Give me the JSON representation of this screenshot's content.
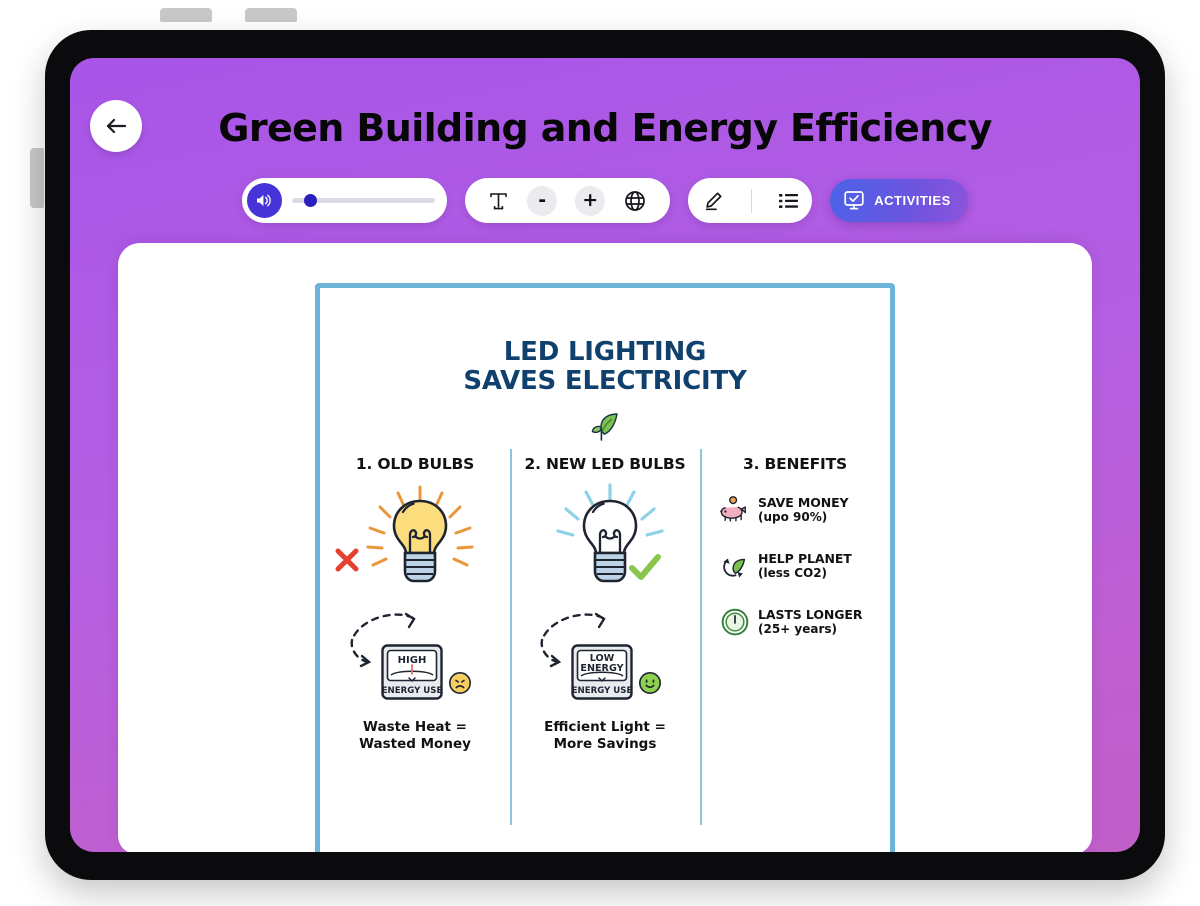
{
  "app": {
    "title": "Green Building and Energy Efficiency",
    "back_icon": "arrow-left-icon"
  },
  "toolbar": {
    "speaker_icon": "speaker-volume-icon",
    "volume_value": 8,
    "text_format_icon": "text-format-icon",
    "decrease_label": "-",
    "increase_label": "+",
    "globe_icon": "globe-icon",
    "pencil_icon": "pencil-edit-icon",
    "list_icon": "list-view-icon",
    "activities_label": "ACTIVITIES",
    "activities_icon": "monitor-check-icon",
    "accent_blue": "#4634d8",
    "accent_purple": "#8d53dc"
  },
  "infographic": {
    "title_line1": "LED LIGHTING",
    "title_line2": "SAVES ELECTRICITY",
    "title_color": "#10416e",
    "border_color": "#6cb4d8",
    "leaf_icon": "leaf-icon",
    "columns": [
      {
        "heading": "1. OLD BULBS",
        "bulb_icon": "incandescent-bulb-icon",
        "status_icon": "red-x-icon",
        "meter_top": "HIGH",
        "meter_bottom": "ENERGY USE",
        "face_icon": "sad-face-icon",
        "caption_line1": "Waste Heat =",
        "caption_line2": "Wasted Money"
      },
      {
        "heading": "2. NEW LED BULBS",
        "bulb_icon": "led-bulb-icon",
        "status_icon": "green-check-icon",
        "meter_top": "LOW",
        "meter_mid": "ENERGY",
        "meter_bottom": "ENERGY USE",
        "face_icon": "happy-face-icon",
        "caption_line1": "Efficient Light =",
        "caption_line2": "More Savings"
      },
      {
        "heading": "3. BENEFITS",
        "benefits": [
          {
            "icon": "piggy-bank-icon",
            "title": "SAVE MONEY",
            "sub": "(upo 90%)"
          },
          {
            "icon": "recycle-leaf-icon",
            "title": "HELP PLANET",
            "sub": "(less CO2)"
          },
          {
            "icon": "clock-circle-icon",
            "title": "LASTS LONGER",
            "sub": "(25+ years)"
          }
        ]
      }
    ]
  }
}
